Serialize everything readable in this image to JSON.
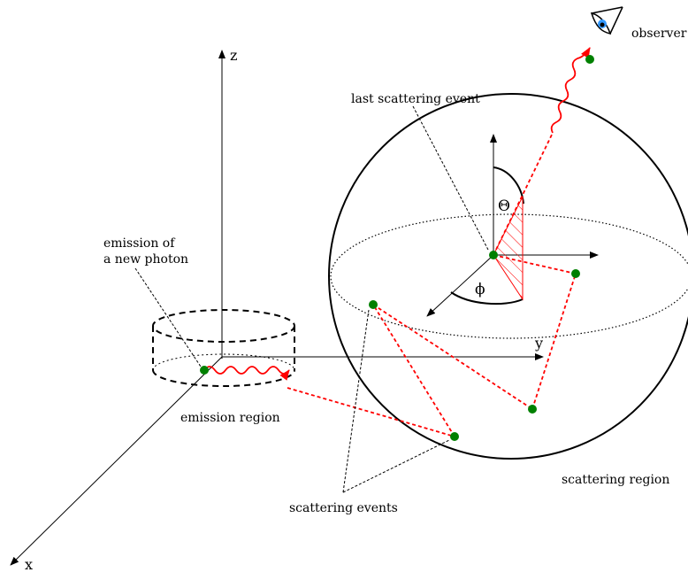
{
  "labels": {
    "observer": "observer",
    "last_scattering": "last scattering event",
    "emission_new_photon_line1": "emission of",
    "emission_new_photon_line2": "a new photon",
    "emission_region": "emission region",
    "scattering_events": "scattering events",
    "scattering_region": "scattering region"
  },
  "axes": {
    "x": "x",
    "y": "y",
    "z": "z"
  },
  "angles": {
    "theta": "Θ",
    "phi": "ϕ"
  },
  "colors": {
    "photon_path": "#ff0000",
    "scattering_event": "#008000",
    "lines": "#000000",
    "eye_iris": "#3399ff"
  },
  "icons": {
    "observer": "eye-icon"
  }
}
